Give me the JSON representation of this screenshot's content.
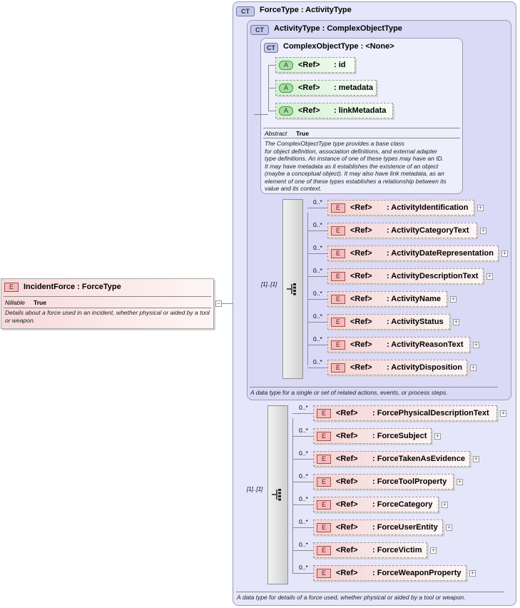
{
  "root": {
    "badge": "E",
    "name": "IncidentForce : ForceType",
    "nillable_label": "Nillable",
    "nillable_value": "True",
    "description": "Details about a force used in an incident, whether physical or aided by a tool or weapon.",
    "collapse_symbol": "−"
  },
  "force_type": {
    "badge": "CT",
    "title": "ForceType : ActivityType",
    "description": "A data type for details of a force used, whether physical or aided by a tool or weapon.",
    "sequence_occurrence": "[1]..[1]"
  },
  "activity_type": {
    "badge": "CT",
    "title": "ActivityType : ComplexObjectType",
    "description": "A data type for a single or set of related actions, events, or process steps.",
    "sequence_occurrence": "[1]..[1]"
  },
  "complex_object_type": {
    "badge": "CT",
    "title": "ComplexObjectType : <None>",
    "abstract_label": "Abstract",
    "abstract_value": "True",
    "description_lines": [
      "The ComplexObjectType type provides a base class",
      "for object definition, association definitions, and external adapter",
      "type definitions. An instance of one of these types may have an ID.",
      "It may have metadata as it establishes the existence of an object",
      "(maybe a conceptual object). It may also have link metadata, as an",
      "element of one of these types establishes a relationship between its",
      "value and its context."
    ],
    "attributes": [
      {
        "badge": "A",
        "ref": "<Ref>",
        "name": ": id"
      },
      {
        "badge": "A",
        "ref": "<Ref>",
        "name": ": metadata"
      },
      {
        "badge": "A",
        "ref": "<Ref>",
        "name": ": linkMetadata"
      }
    ]
  },
  "activity_elements": [
    {
      "card": "0..*",
      "badge": "E",
      "ref": "<Ref>",
      "name": ": ActivityIdentification",
      "expand": "+"
    },
    {
      "card": "0..*",
      "badge": "E",
      "ref": "<Ref>",
      "name": ": ActivityCategoryText",
      "expand": "+"
    },
    {
      "card": "0..*",
      "badge": "E",
      "ref": "<Ref>",
      "name": ": ActivityDateRepresentation",
      "expand": "+"
    },
    {
      "card": "0..*",
      "badge": "E",
      "ref": "<Ref>",
      "name": ": ActivityDescriptionText",
      "expand": "+"
    },
    {
      "card": "0..*",
      "badge": "E",
      "ref": "<Ref>",
      "name": ": ActivityName",
      "expand": "+"
    },
    {
      "card": "0..*",
      "badge": "E",
      "ref": "<Ref>",
      "name": ": ActivityStatus",
      "expand": "+"
    },
    {
      "card": "0..*",
      "badge": "E",
      "ref": "<Ref>",
      "name": ": ActivityReasonText",
      "expand": "+"
    },
    {
      "card": "0..*",
      "badge": "E",
      "ref": "<Ref>",
      "name": ": ActivityDisposition",
      "expand": "+"
    }
  ],
  "force_elements": [
    {
      "card": "0..*",
      "badge": "E",
      "ref": "<Ref>",
      "name": ": ForcePhysicalDescriptionText",
      "expand": "+"
    },
    {
      "card": "0..*",
      "badge": "E",
      "ref": "<Ref>",
      "name": ": ForceSubject",
      "expand": "+"
    },
    {
      "card": "0..*",
      "badge": "E",
      "ref": "<Ref>",
      "name": ": ForceTakenAsEvidence",
      "expand": "+"
    },
    {
      "card": "0..*",
      "badge": "E",
      "ref": "<Ref>",
      "name": ": ForceToolProperty",
      "expand": "+"
    },
    {
      "card": "0..*",
      "badge": "E",
      "ref": "<Ref>",
      "name": ": ForceCategory",
      "expand": "+"
    },
    {
      "card": "0..*",
      "badge": "E",
      "ref": "<Ref>",
      "name": ": ForceUserEntity",
      "expand": "+"
    },
    {
      "card": "0..*",
      "badge": "E",
      "ref": "<Ref>",
      "name": ": ForceVictim",
      "expand": "+"
    },
    {
      "card": "0..*",
      "badge": "E",
      "ref": "<Ref>",
      "name": ": ForceWeaponProperty",
      "expand": "+"
    }
  ]
}
